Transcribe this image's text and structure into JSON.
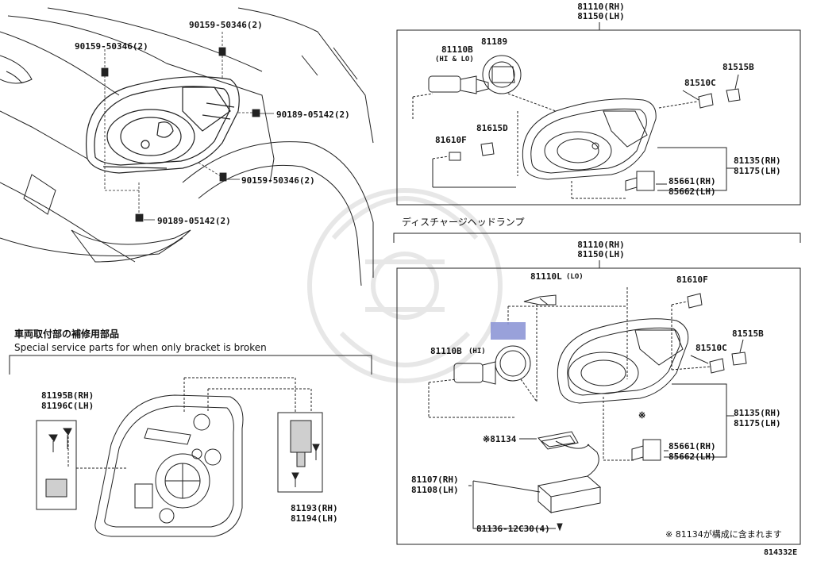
{
  "diagram": {
    "figure_id": "814332E",
    "top_right_assembly": {
      "line1": "81110(RH)",
      "line2": "81150(LH)"
    },
    "top_right_parts": {
      "p81110B": "81110B",
      "p81110B_note": "(HI & LO)",
      "p81189": "81189",
      "p81515B": "81515B",
      "p81510C": "81510C",
      "p81615D": "81615D",
      "p81610F": "81610F",
      "p81135": "81135(RH)",
      "p81175": "81175(LH)",
      "p85661": "85661(RH)",
      "p85662": "85662(LH)"
    },
    "top_left_parts": {
      "bolt_a": "90159-50346(2)",
      "bolt_b": "90159-50346(2)",
      "bolt_c": "90189-05142(2)",
      "bolt_d": "90159-50346(2)",
      "bolt_e": "90189-05142(2)"
    },
    "discharge_title": "ディスチャージヘッドランプ",
    "bottom_right_assembly": {
      "line1": "81110(RH)",
      "line2": "81150(LH)"
    },
    "bottom_right_parts": {
      "p81110L": "81110L",
      "p81110L_note": "(LO)",
      "p81610F": "81610F",
      "p81110B": "81110B",
      "p81110B_note": "(HI)",
      "p81510C": "81510C",
      "p81515B": "81515B",
      "p81135": "81135(RH)",
      "p81175": "81175(LH)",
      "mark_star": "※",
      "p81134": "※81134",
      "p85661": "85661(RH)",
      "p85662": "85662(LH)",
      "p81107": "81107(RH)",
      "p81108": "81108(LH)",
      "p81136": "81136-12C30(4)",
      "footnote": "※ 81134が構成に含まれます"
    },
    "bracket_section": {
      "title_jp": "車両取付部の補修用部品",
      "title_en": "Special service parts for when only bracket is broken",
      "p81195B": "81195B(RH)",
      "p81196C": "81196C(LH)",
      "p81193": "81193(RH)",
      "p81194": "81194(LH)"
    }
  },
  "colors": {
    "line": "#1a1a1a",
    "highlight": "#8e97d6",
    "watermark": "#dcdcdc"
  }
}
